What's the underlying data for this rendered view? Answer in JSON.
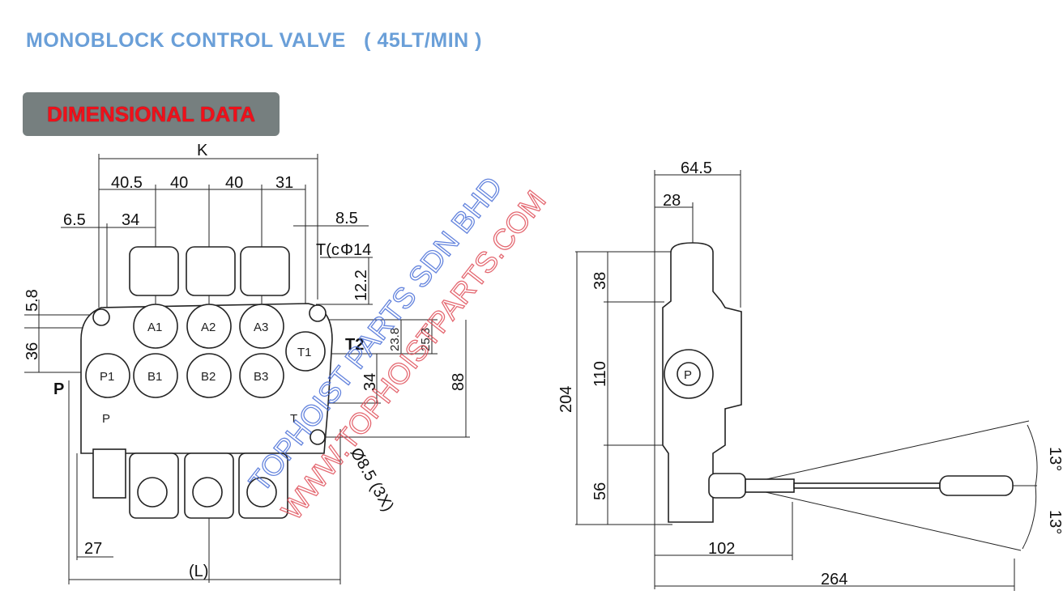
{
  "header": {
    "title": "MONOBLOCK CONTROL VALVE",
    "flow": "( 45LT/MIN )"
  },
  "section_badge": "DIMENSIONAL DATA",
  "front_view": {
    "overall_width": "K",
    "spacing": [
      "40.5",
      "40",
      "40",
      "31"
    ],
    "left_offset": "6.5",
    "first_spool": "34",
    "right_offset": "8.5",
    "tank_thread_a": "T(c",
    "tank_thread_b": "Φ14",
    "dim_12_2": "12.2",
    "dim_5_8": "5.8",
    "dim_36": "36",
    "port_p": "P",
    "port_t2": "T2",
    "dim_23_8": "23.8",
    "dim_25_3": "25.3",
    "dim_34v": "34",
    "dim_88": "88",
    "mount_hole": "Ø8.5 (3X)",
    "dim_27": "27",
    "length": "(L)",
    "body_p": "P",
    "body_t": "T",
    "ports": [
      "A1",
      "A2",
      "A3",
      "P1",
      "B1",
      "B2",
      "B3",
      "T1"
    ]
  },
  "side_view": {
    "dim_64_5": "64.5",
    "dim_28": "28",
    "dim_38": "38",
    "dim_110": "110",
    "dim_204": "204",
    "dim_56": "56",
    "dim_102": "102",
    "dim_264": "264",
    "angle_up": "13°",
    "angle_down": "13°",
    "port_p": "P"
  },
  "watermark": {
    "company": "TOPHOIST PARTS SDN BHD",
    "website": "WWW.TOPHOISTPARTS.COM",
    "blue": "#4a6fd8",
    "red": "#e0505a"
  }
}
